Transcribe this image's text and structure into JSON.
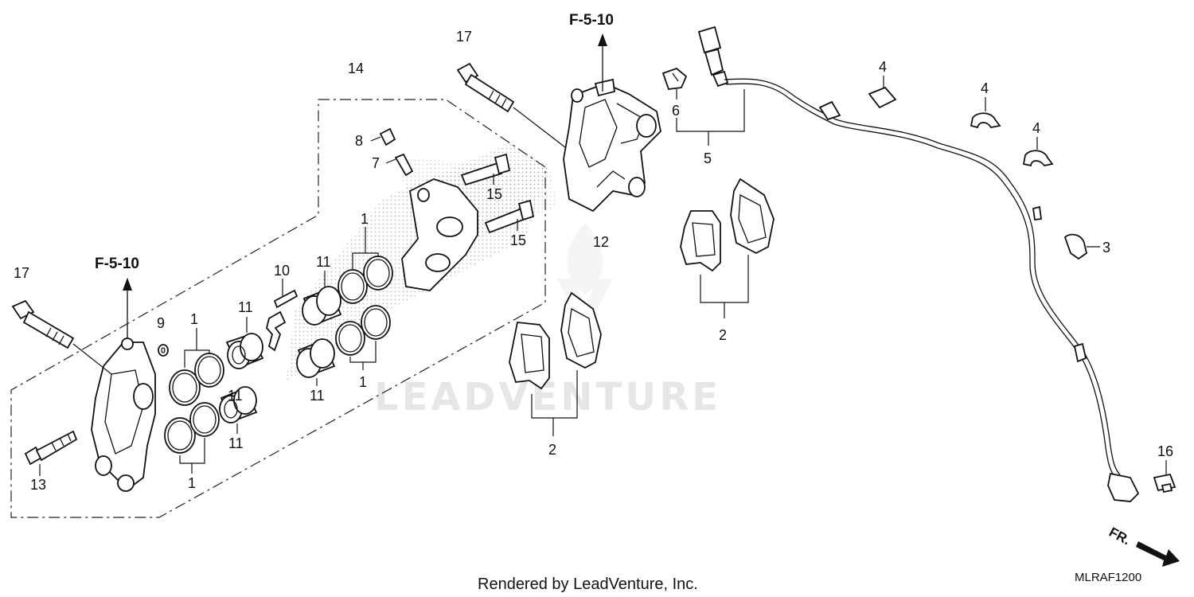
{
  "watermark": "LEADVENTURE",
  "footer_text": "Rendered by LeadVenture, Inc.",
  "diagram_code": "MLRAF1200",
  "direction_label": "FR.",
  "references": [
    {
      "id": "ref-top",
      "text": "F-5-10"
    },
    {
      "id": "ref-left",
      "text": "F-5-10"
    }
  ],
  "callouts": [
    {
      "id": "c17a",
      "text": "17"
    },
    {
      "id": "c14",
      "text": "14"
    },
    {
      "id": "c8",
      "text": "8"
    },
    {
      "id": "c7",
      "text": "7"
    },
    {
      "id": "c15a",
      "text": "15"
    },
    {
      "id": "c15b",
      "text": "15"
    },
    {
      "id": "c12",
      "text": "12"
    },
    {
      "id": "c6",
      "text": "6"
    },
    {
      "id": "c5",
      "text": "5"
    },
    {
      "id": "c4a",
      "text": "4"
    },
    {
      "id": "c4b",
      "text": "4"
    },
    {
      "id": "c4c",
      "text": "4"
    },
    {
      "id": "c3",
      "text": "3"
    },
    {
      "id": "c2a",
      "text": "2"
    },
    {
      "id": "c2b",
      "text": "2"
    },
    {
      "id": "c16",
      "text": "16"
    },
    {
      "id": "c17b",
      "text": "17"
    },
    {
      "id": "c10",
      "text": "10"
    },
    {
      "id": "c11a",
      "text": "11"
    },
    {
      "id": "c1a",
      "text": "1"
    },
    {
      "id": "c9",
      "text": "9"
    },
    {
      "id": "c1b",
      "text": "1"
    },
    {
      "id": "c11b",
      "text": "11"
    },
    {
      "id": "c11c",
      "text": "11"
    },
    {
      "id": "c1c",
      "text": "1"
    },
    {
      "id": "c11d",
      "text": "11"
    },
    {
      "id": "c11e",
      "text": "11"
    },
    {
      "id": "c1d",
      "text": "1"
    },
    {
      "id": "c13",
      "text": "13"
    }
  ]
}
